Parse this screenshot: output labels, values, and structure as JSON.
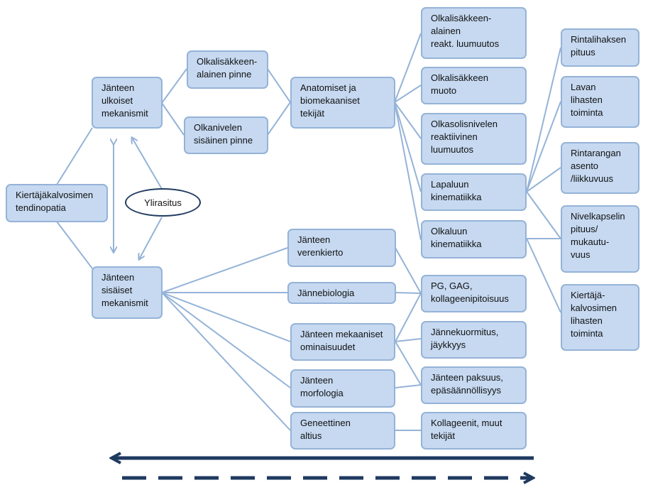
{
  "nodes": {
    "tendinopathy": "Kiertäjäkalvosimen\ntendinopatia",
    "external": "Jänteen\nulkoiset\nmekanismit",
    "internal": "Jänteen\nsisäiset\nmekanismit",
    "subacromial": "Olkalisäkkeen-\nalainen pinne",
    "glenohumeral": "Olkanivelen\nsisäinen pinne",
    "anatomical": "Anatomiset ja\nbiomekaaniset\ntekijät",
    "acromion_reactive": "Olkalisäkkeen-\nalainen\nreakt. luumuutos",
    "acromion_shape": "Olkalisäkkeen\nmuoto",
    "ac_joint": "Olkasolisnivelen\nreaktiivinen\nluumuutos",
    "scapula": "Lapaluun\nkinematiikka",
    "humerus": "Olkaluun\nkinematiikka",
    "pectoral": "Rintalihaksen\npituus",
    "scapular_muscles": "Lavan\nlihasten\ntoiminta",
    "thoracic": "Rintarangan\nasento\n/liikkuvuus",
    "capsule": "Nivelkapselin\npituus/\nmukautu-\nvuus",
    "cuff_muscles": "Kiertäjä-\nkalvosimen\nlihasten\ntoiminta",
    "blood_supply": "Jänteen\nverenkierto",
    "biology": "Jännebiologia",
    "mechanical": "Jänteen mekaaniset\nominaisuudet",
    "morphology": "Jänteen\nmorfologia",
    "genetic": "Geneettinen\naltius",
    "pg_gag": "PG, GAG,\nkollageenipitoisuus",
    "loading": "Jännekuormitus,\n jäykkyys",
    "thickness": "Jänteen paksuus,\nepäsäännöllisyys",
    "collagen": "Kollageenit, muut\ntekijät",
    "overload": "Ylirasitus"
  },
  "colors": {
    "box_fill": "#c6d9f1",
    "box_border": "#95b3d7",
    "line": "#95b3d7",
    "arrow_dark": "#1f3a60"
  }
}
